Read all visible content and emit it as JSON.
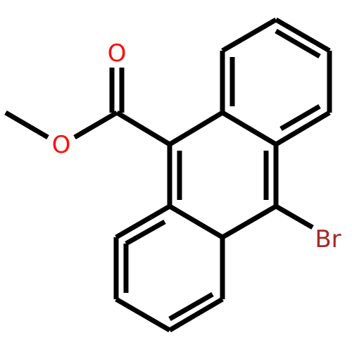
{
  "molecule": {
    "colors": {
      "bond": "#000000",
      "oxygen": "#ff0d0d",
      "bromine": "#a62929",
      "background": "#ffffff"
    },
    "atoms": {
      "carbonyl_oxygen": "O",
      "ester_oxygen": "O",
      "bromine": "Br"
    }
  }
}
